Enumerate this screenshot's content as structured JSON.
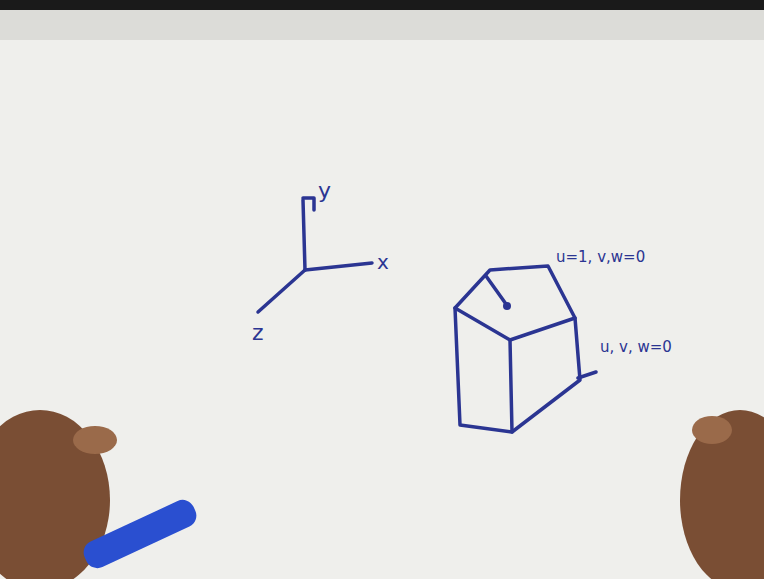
{
  "diagram": {
    "labels": [
      "y",
      "x",
      "z",
      "u=1, v,w=0",
      "u, v, w=0"
    ]
  }
}
